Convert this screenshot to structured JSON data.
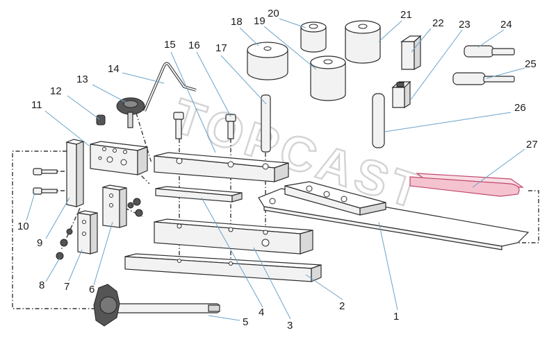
{
  "watermark": "TOPCAST",
  "callouts": [
    {
      "id": "1",
      "label": "1"
    },
    {
      "id": "2",
      "label": "2"
    },
    {
      "id": "3",
      "label": "3"
    },
    {
      "id": "4",
      "label": "4"
    },
    {
      "id": "5",
      "label": "5"
    },
    {
      "id": "6",
      "label": "6"
    },
    {
      "id": "7",
      "label": "7"
    },
    {
      "id": "8",
      "label": "8"
    },
    {
      "id": "9",
      "label": "9"
    },
    {
      "id": "10",
      "label": "10"
    },
    {
      "id": "11",
      "label": "11"
    },
    {
      "id": "12",
      "label": "12"
    },
    {
      "id": "13",
      "label": "13"
    },
    {
      "id": "14",
      "label": "14"
    },
    {
      "id": "15",
      "label": "15"
    },
    {
      "id": "16",
      "label": "16"
    },
    {
      "id": "17",
      "label": "17"
    },
    {
      "id": "18",
      "label": "18"
    },
    {
      "id": "19",
      "label": "19"
    },
    {
      "id": "20",
      "label": "20"
    },
    {
      "id": "21",
      "label": "21"
    },
    {
      "id": "22",
      "label": "22"
    },
    {
      "id": "23",
      "label": "23"
    },
    {
      "id": "24",
      "label": "24"
    },
    {
      "id": "25",
      "label": "25"
    },
    {
      "id": "26",
      "label": "26"
    },
    {
      "id": "27",
      "label": "27"
    }
  ],
  "colors": {
    "highlight_part": "#f4c3cf",
    "leader_line": "#6aa3c9"
  }
}
